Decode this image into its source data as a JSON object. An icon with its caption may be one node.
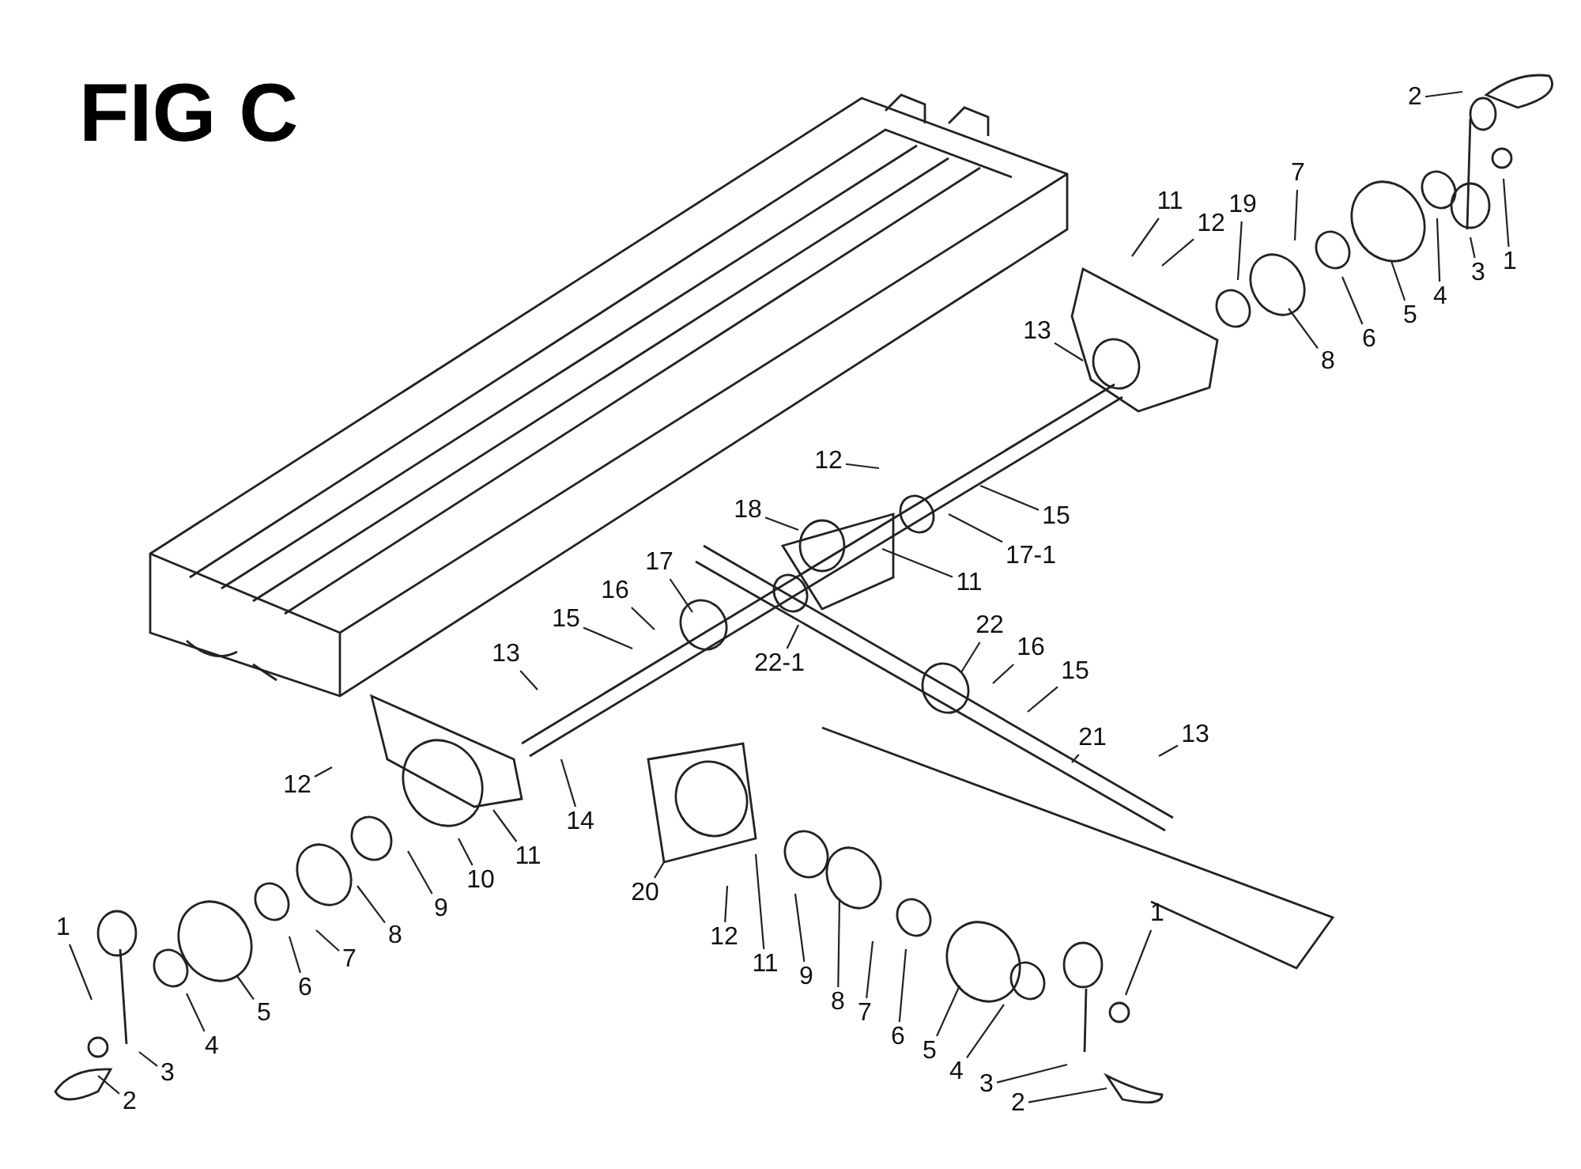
{
  "diagram": {
    "title": "FIG C",
    "nodes": [
      {
        "text": [
          "2"
        ]
      },
      {
        "text": [
          "11"
        ]
      },
      {
        "text": [
          "12"
        ]
      },
      {
        "text": [
          "19"
        ]
      },
      {
        "text": [
          "7"
        ]
      },
      {
        "text": [
          "1"
        ]
      },
      {
        "text": [
          "3"
        ]
      },
      {
        "text": [
          "4"
        ]
      },
      {
        "text": [
          "5"
        ]
      },
      {
        "text": [
          "6"
        ]
      },
      {
        "text": [
          "8"
        ]
      },
      {
        "text": [
          "13"
        ]
      },
      {
        "text": [
          "12"
        ]
      },
      {
        "text": [
          "15"
        ]
      },
      {
        "text": [
          "17-1"
        ]
      },
      {
        "text": [
          "18"
        ]
      },
      {
        "text": [
          "11"
        ]
      },
      {
        "text": [
          "17"
        ]
      },
      {
        "text": [
          "16"
        ]
      },
      {
        "text": [
          "15"
        ]
      },
      {
        "text": [
          "13"
        ]
      },
      {
        "text": [
          "22-1"
        ]
      },
      {
        "text": [
          "22"
        ]
      },
      {
        "text": [
          "16"
        ]
      },
      {
        "text": [
          "15"
        ]
      },
      {
        "text": [
          "21"
        ]
      },
      {
        "text": [
          "13"
        ]
      },
      {
        "text": [
          "14"
        ]
      },
      {
        "text": [
          "12"
        ]
      },
      {
        "text": [
          "11"
        ]
      },
      {
        "text": [
          "10"
        ]
      },
      {
        "text": [
          "9"
        ]
      },
      {
        "text": [
          "8"
        ]
      },
      {
        "text": [
          "7"
        ]
      },
      {
        "text": [
          "6"
        ]
      },
      {
        "text": [
          "5"
        ]
      },
      {
        "text": [
          "4"
        ]
      },
      {
        "text": [
          "3"
        ]
      },
      {
        "text": [
          "2"
        ]
      },
      {
        "text": [
          "1"
        ]
      },
      {
        "text": [
          "20"
        ]
      },
      {
        "text": [
          "12"
        ]
      },
      {
        "text": [
          "11"
        ]
      },
      {
        "text": [
          "9"
        ]
      },
      {
        "text": [
          "8"
        ]
      },
      {
        "text": [
          "7"
        ]
      },
      {
        "text": [
          "6"
        ]
      },
      {
        "text": [
          "5"
        ]
      },
      {
        "text": [
          "4"
        ]
      },
      {
        "text": [
          "3"
        ]
      },
      {
        "text": [
          "2"
        ]
      },
      {
        "text": [
          "1"
        ]
      }
    ],
    "edges": [
      {
        "from": 0,
        "to": null,
        "arrow": "none"
      },
      {
        "from": 1,
        "to": null,
        "arrow": "none"
      },
      {
        "from": 2,
        "to": null,
        "arrow": "none"
      },
      {
        "from": 3,
        "to": null,
        "arrow": "none"
      },
      {
        "from": 4,
        "to": null,
        "arrow": "none"
      },
      {
        "from": 5,
        "to": null,
        "arrow": "none"
      },
      {
        "from": 6,
        "to": null,
        "arrow": "none"
      },
      {
        "from": 7,
        "to": null,
        "arrow": "none"
      },
      {
        "from": 8,
        "to": null,
        "arrow": "none"
      },
      {
        "from": 9,
        "to": null,
        "arrow": "none"
      },
      {
        "from": 10,
        "to": null,
        "arrow": "none"
      },
      {
        "from": 11,
        "to": null,
        "arrow": "none"
      },
      {
        "from": 12,
        "to": null,
        "arrow": "none"
      },
      {
        "from": 13,
        "to": null,
        "arrow": "none"
      },
      {
        "from": 14,
        "to": null,
        "arrow": "none"
      },
      {
        "from": 15,
        "to": null,
        "arrow": "none"
      },
      {
        "from": 16,
        "to": null,
        "arrow": "none"
      },
      {
        "from": 17,
        "to": null,
        "arrow": "none"
      },
      {
        "from": 18,
        "to": null,
        "arrow": "none"
      },
      {
        "from": 19,
        "to": null,
        "arrow": "none"
      },
      {
        "from": 20,
        "to": null,
        "arrow": "none"
      },
      {
        "from": 21,
        "to": null,
        "arrow": "none"
      },
      {
        "from": 22,
        "to": null,
        "arrow": "none"
      },
      {
        "from": 23,
        "to": null,
        "arrow": "none"
      },
      {
        "from": 24,
        "to": null,
        "arrow": "none"
      },
      {
        "from": 25,
        "to": null,
        "arrow": "none"
      },
      {
        "from": 26,
        "to": null,
        "arrow": "none"
      },
      {
        "from": 27,
        "to": null,
        "arrow": "none"
      },
      {
        "from": 28,
        "to": null,
        "arrow": "none"
      },
      {
        "from": 29,
        "to": null,
        "arrow": "none"
      },
      {
        "from": 30,
        "to": null,
        "arrow": "none"
      },
      {
        "from": 31,
        "to": null,
        "arrow": "none"
      },
      {
        "from": 32,
        "to": null,
        "arrow": "none"
      },
      {
        "from": 33,
        "to": null,
        "arrow": "none"
      },
      {
        "from": 34,
        "to": null,
        "arrow": "none"
      },
      {
        "from": 35,
        "to": null,
        "arrow": "none"
      },
      {
        "from": 36,
        "to": null,
        "arrow": "none"
      },
      {
        "from": 37,
        "to": null,
        "arrow": "none"
      },
      {
        "from": 38,
        "to": null,
        "arrow": "none"
      },
      {
        "from": 39,
        "to": null,
        "arrow": "none"
      },
      {
        "from": 40,
        "to": null,
        "arrow": "none"
      },
      {
        "from": 41,
        "to": null,
        "arrow": "none"
      },
      {
        "from": 42,
        "to": null,
        "arrow": "none"
      },
      {
        "from": 43,
        "to": null,
        "arrow": "none"
      },
      {
        "from": 44,
        "to": null,
        "arrow": "none"
      },
      {
        "from": 45,
        "to": null,
        "arrow": "none"
      },
      {
        "from": 46,
        "to": null,
        "arrow": "none"
      },
      {
        "from": 47,
        "to": null,
        "arrow": "none"
      },
      {
        "from": 48,
        "to": null,
        "arrow": "none"
      },
      {
        "from": 49,
        "to": null,
        "arrow": "none"
      },
      {
        "from": 50,
        "to": null,
        "arrow": "none"
      },
      {
        "from": 51,
        "to": null,
        "arrow": "none"
      }
    ]
  }
}
